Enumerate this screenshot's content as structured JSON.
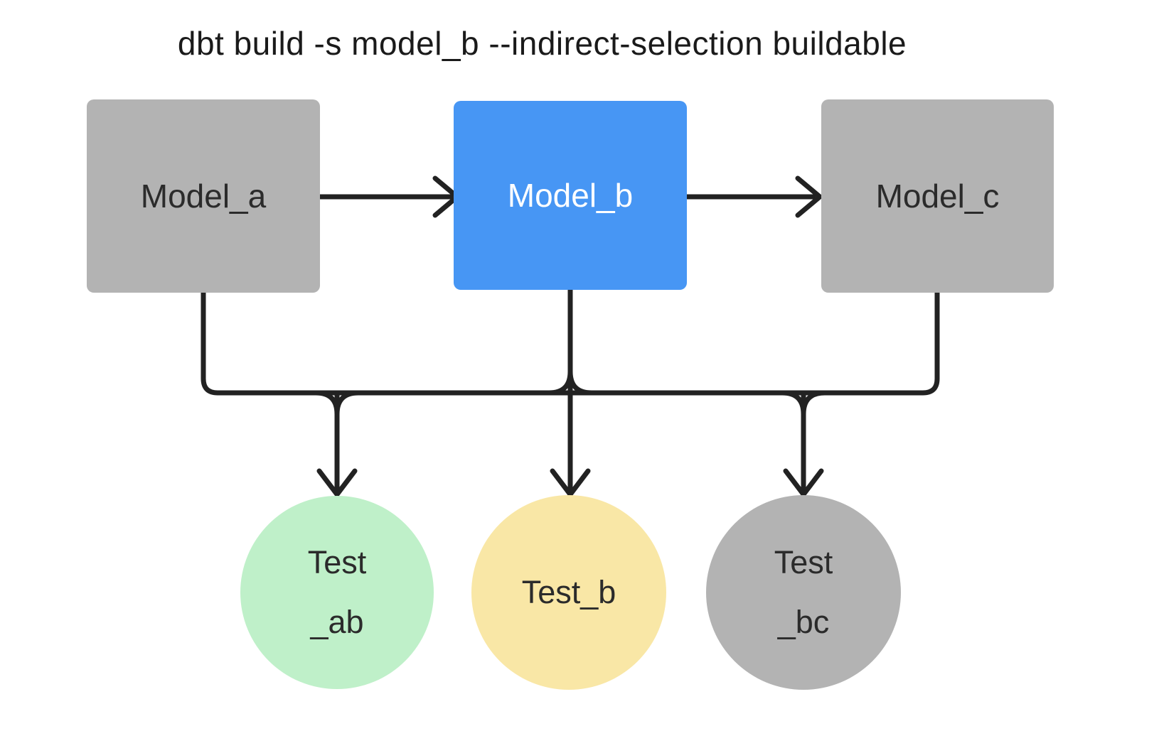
{
  "title": "dbt build -s model_b --indirect-selection buildable",
  "nodes": {
    "model_a": {
      "label": "Model_a",
      "type": "model",
      "state": "unselected"
    },
    "model_b": {
      "label": "Model_b",
      "type": "model",
      "state": "selected"
    },
    "model_c": {
      "label": "Model_c",
      "type": "model",
      "state": "unselected"
    },
    "test_ab": {
      "lines": [
        "Test",
        "_ab"
      ],
      "type": "test",
      "state": "included"
    },
    "test_b": {
      "lines": [
        "Test_b"
      ],
      "type": "test",
      "state": "warned"
    },
    "test_bc": {
      "lines": [
        "Test",
        "_bc"
      ],
      "type": "test",
      "state": "excluded"
    }
  },
  "edges": [
    {
      "from": "Model_a",
      "to": "Model_b"
    },
    {
      "from": "Model_b",
      "to": "Model_c"
    },
    {
      "from": "Model_a",
      "to": "Test_ab"
    },
    {
      "from": "Model_b",
      "to": "Test_ab"
    },
    {
      "from": "Model_b",
      "to": "Test_b"
    },
    {
      "from": "Model_b",
      "to": "Test_bc"
    },
    {
      "from": "Model_c",
      "to": "Test_bc"
    }
  ],
  "colors": {
    "node-gray": "#b3b3b3",
    "node-blue": "#4796f4",
    "test-green": "#bff0c9",
    "test-yellow": "#f9e7a6",
    "edge": "#222222",
    "text-dark": "#2b2b2b",
    "text-light": "#ffffff",
    "title-text": "#1a1a1a",
    "background": "#ffffff"
  }
}
